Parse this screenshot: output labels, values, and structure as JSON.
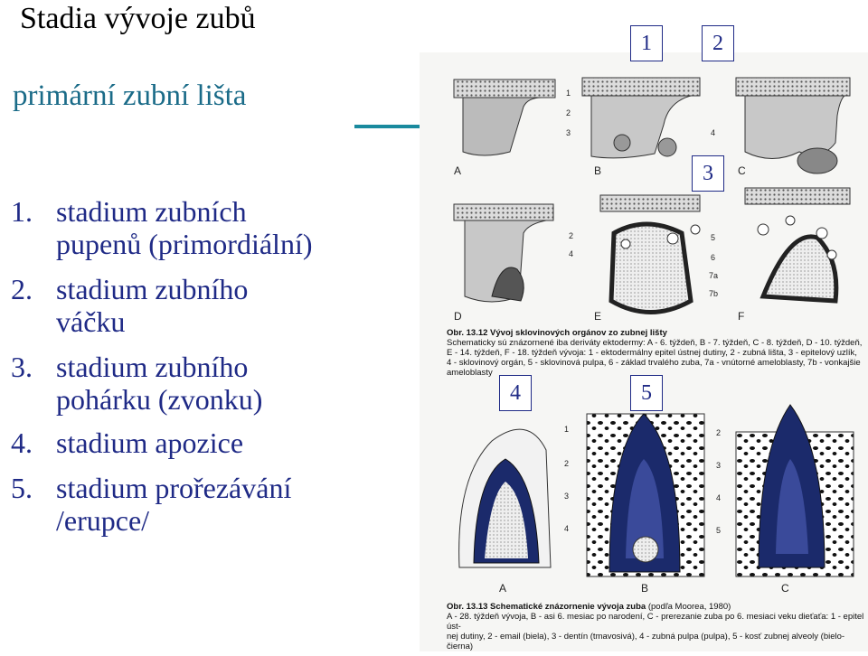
{
  "slide": {
    "title": "Stadia vývoje zubů",
    "subtitle": "primární zubní lišta",
    "stages": [
      {
        "num": "1.",
        "line1": "stadium zubních",
        "line2": "pupenů (primordiální)"
      },
      {
        "num": "2.",
        "line1": "stadium zubního",
        "line2": "váčku"
      },
      {
        "num": "3.",
        "line1": "stadium zubního",
        "line2": "pohárku (zvonku)"
      },
      {
        "num": "4.",
        "line1": "stadium apozice",
        "line2": ""
      },
      {
        "num": "5.",
        "line1": "stadium prořezávání",
        "line2": "/erupce/"
      }
    ],
    "badges": [
      "1",
      "2",
      "3",
      "4",
      "5"
    ]
  },
  "figure": {
    "panel_labels_top": [
      "A",
      "B",
      "C"
    ],
    "panel_labels_mid": [
      "D",
      "E",
      "F"
    ],
    "panel_labels_bottom": [
      "A",
      "B",
      "C"
    ],
    "top_part_numbers": [
      "1",
      "2",
      "3",
      "4"
    ],
    "mid_part_numbers": [
      "2",
      "4",
      "5",
      "6",
      "7a",
      "7b"
    ],
    "bottom_part_numbers": [
      "1",
      "2",
      "3",
      "4"
    ],
    "bottom_part_numbers_right": [
      "2",
      "3",
      "4",
      "5"
    ],
    "caption1_title": "Obr. 13.12 Vývoj sklovinových orgánov zo zubnej lišty",
    "caption1_lines": [
      "Schematicky sú znázornené iba deriváty ektodermy: A - 6. týždeň, B - 7. týždeň, C - 8. týždeň, D - 10. týždeň,",
      "E - 14. týždeň, F - 18. týždeň vývoja: 1 - ektodermálny epitel ústnej dutiny, 2 - zubná lišta, 3 - epitelový uzlík,",
      "4 - sklovinový orgán, 5 - sklovinová pulpa, 6 - základ trvalého zuba, 7a - vnútorné ameloblasty, 7b - vonkajšie",
      "ameloblasty"
    ],
    "caption2_title": "Obr. 13.13 Schematické znázornenie vývoja zuba",
    "caption2_source": "(podľa Moorea, 1980)",
    "caption2_lines": [
      "A - 28. týždeň vývoja, B - asi 6. mesiac po narodení, C - prerezanie zuba po 6. mesiaci veku dieťaťa: 1 - epitel úst-",
      "nej dutiny, 2 - email (biela), 3 - dentín (tmavosivá), 4 - zubná pulpa (pulpa), 5 - kosť zubnej alveoly (bielo-čierna)"
    ]
  },
  "colors": {
    "title": "#000000",
    "subtitle": "#1a6b88",
    "stages": "#1f2a86",
    "arrow": "#1a8a9e",
    "badge_border": "#1f2a86"
  }
}
